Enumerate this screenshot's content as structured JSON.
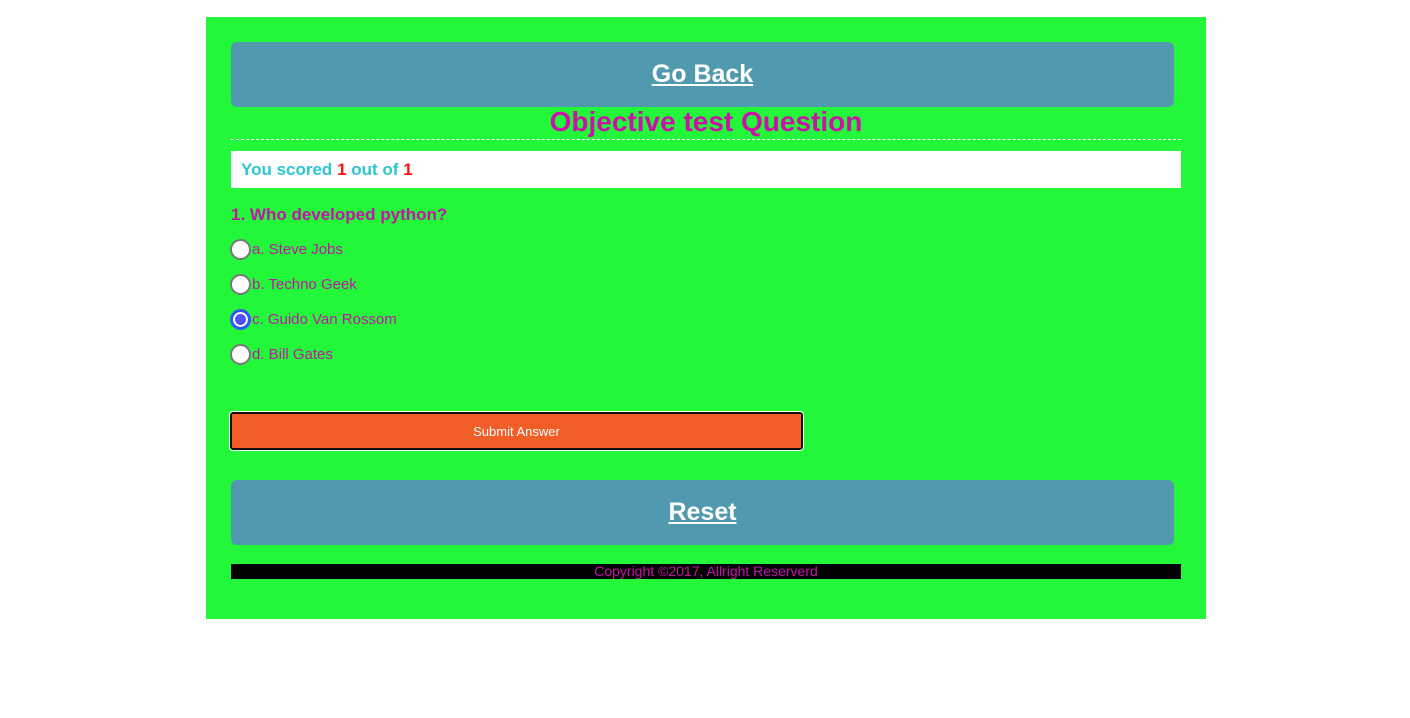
{
  "nav": {
    "go_back_label": "Go Back",
    "reset_label": "Reset"
  },
  "page": {
    "title": "Objective test Question"
  },
  "score": {
    "prefix": "You scored",
    "scored": "1",
    "middle": "out of",
    "total": "1"
  },
  "quiz": {
    "question": "1. Who developed python?",
    "options": [
      {
        "label": "a. Steve Jobs",
        "checked": false
      },
      {
        "label": "b. Techno Geek",
        "checked": false
      },
      {
        "label": "c. Guido Van Rossom",
        "checked": true
      },
      {
        "label": "d. Bill Gates",
        "checked": false
      }
    ],
    "submit_label": "Submit Answer"
  },
  "footer": {
    "text": "Copyright ©2017, Allright Reserverd"
  },
  "colors": {
    "background": "#22f73a",
    "button": "#5199ae",
    "accent": "#cc11aa",
    "submit": "#f05d27",
    "score_text": "#2bc6cf",
    "score_num": "#ff1111"
  }
}
